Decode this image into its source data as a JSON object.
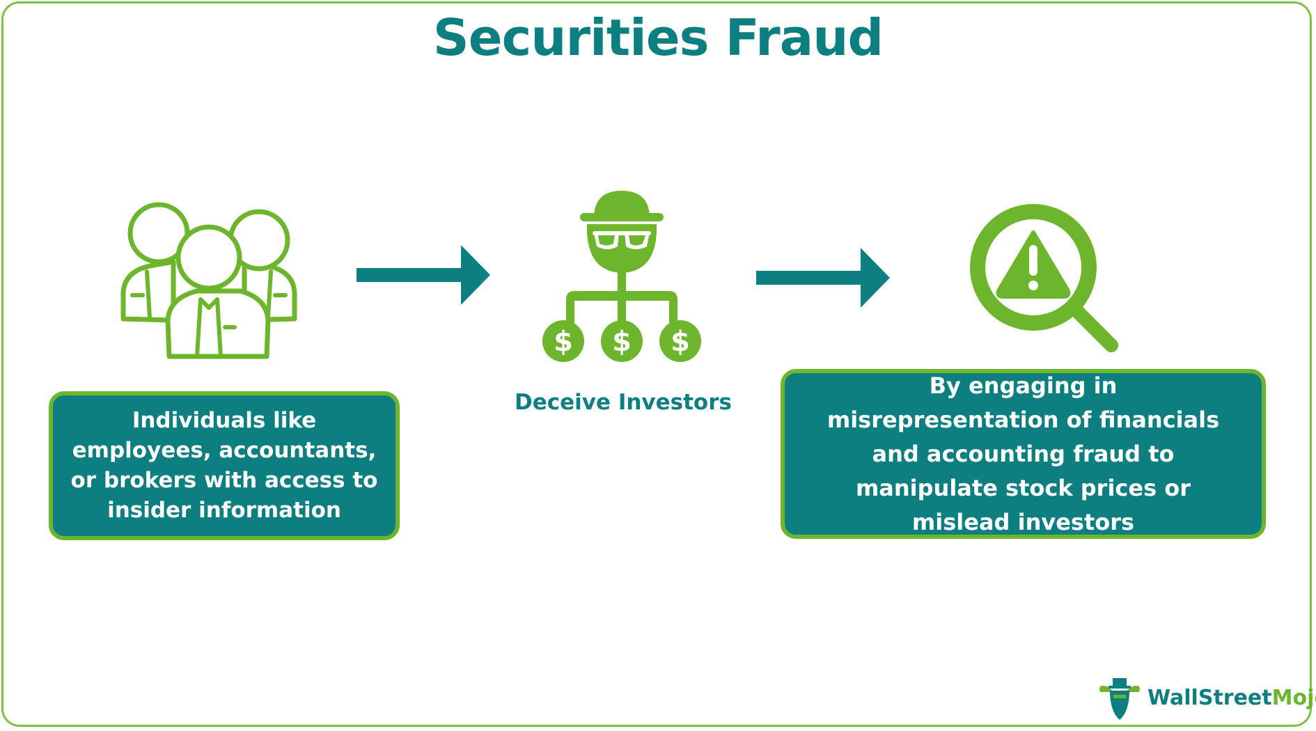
{
  "title": "Securities Fraud",
  "steps": [
    {
      "text": "Individuals like employees, accountants, or brokers with access to insider information",
      "icon": "group-people-icon"
    },
    {
      "text": "Deceive Investors",
      "icon": "fraudster-money-network-icon"
    },
    {
      "text": "By engaging in misrepresentation of financials and accounting fraud to manipulate stock prices or mislead investors",
      "icon": "magnifier-warning-icon"
    }
  ],
  "brand": {
    "part1": "WallStreet",
    "part2": "Mojo"
  },
  "colors": {
    "teal": "#0d7f80",
    "green": "#6db52c",
    "border": "#7cc242"
  }
}
